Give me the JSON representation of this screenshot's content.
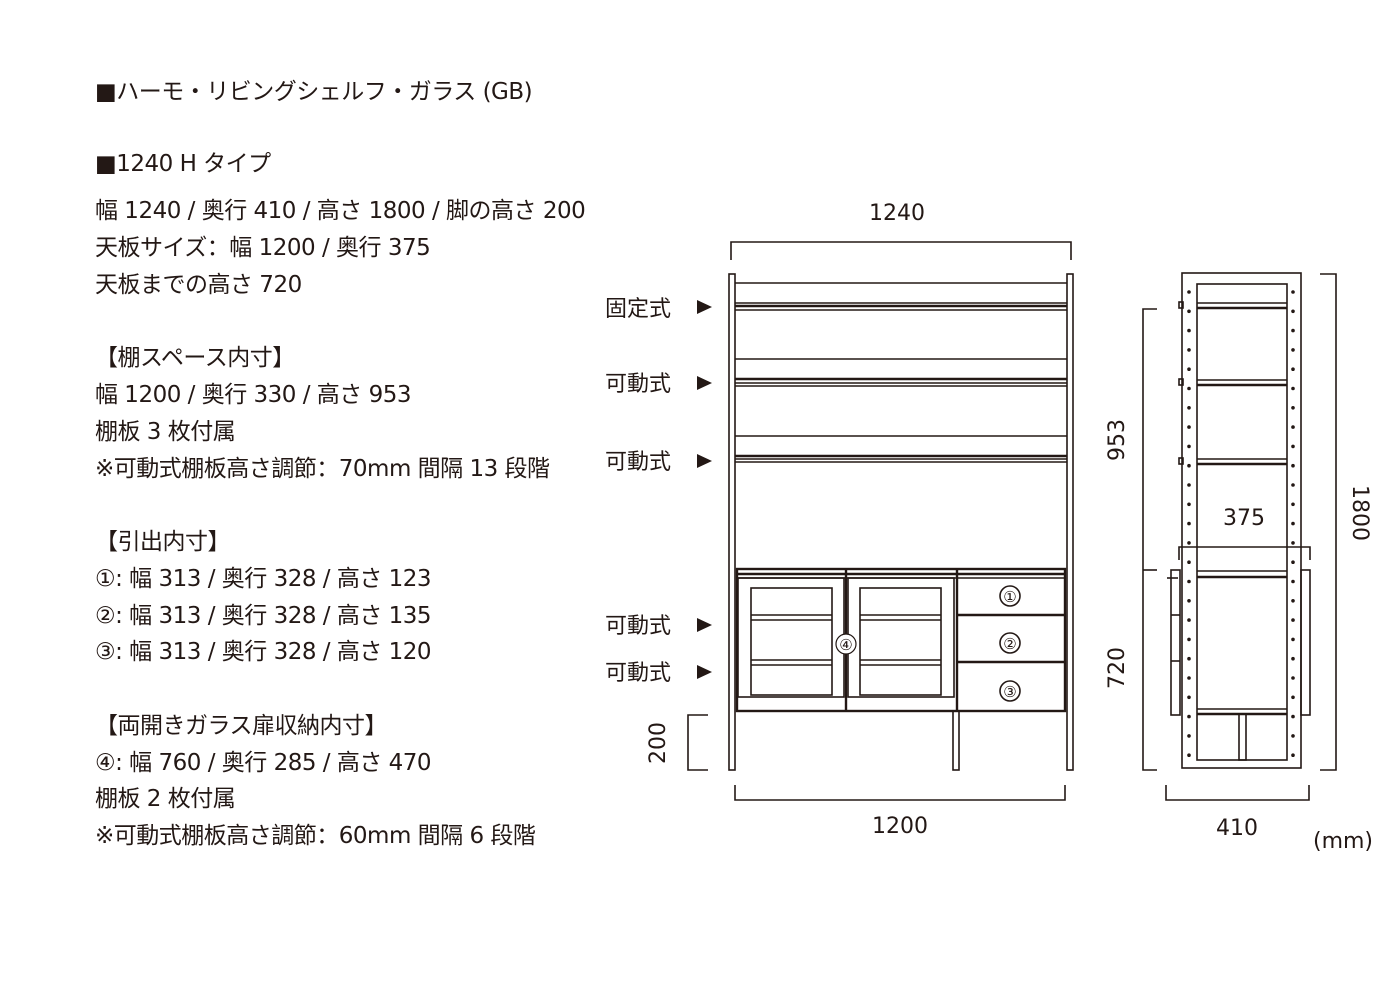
{
  "title": "■ハーモ・リビングシェルフ・ガラス (GB)",
  "type_heading": "■1240 H タイプ",
  "specs": [
    "幅 1240 / 奥行 410 / 高さ 1800 / 脚の高さ 200",
    "天板サイズ：幅 1200 / 奥行 375",
    "天板までの高さ 720"
  ],
  "shelf_space": {
    "heading": "【棚スペース内寸】",
    "lines": [
      "幅 1200 / 奥行 330 / 高さ 953",
      "棚板 3 枚付属",
      "※可動式棚板高さ調節：70mm 間隔 13 段階"
    ]
  },
  "drawer": {
    "heading": "【引出内寸】",
    "lines": [
      "①: 幅 313 / 奥行 328 / 高さ 123",
      "②: 幅 313 / 奥行 328 / 高さ 135",
      "③: 幅 313 / 奥行 328 / 高さ 120"
    ]
  },
  "glass_door": {
    "heading": "【両開きガラス扉収納内寸】",
    "lines": [
      "④: 幅 760 / 奥行 285 / 高さ 470",
      "棚板 2 枚付属",
      "※可動式棚板高さ調節：60mm 間隔 6 段階"
    ]
  },
  "drawing": {
    "front_width_top": "1240",
    "front_width_bottom": "1200",
    "leg_height": "200",
    "side_depth": "410",
    "top_depth": "375",
    "shelf_height": "953",
    "counter_height": "720",
    "total_height": "1800",
    "unit": "(mm)",
    "shelf_labels": [
      "固定式",
      "可動式",
      "可動式",
      "可動式",
      "可動式"
    ],
    "markers": [
      "①",
      "②",
      "③",
      "④"
    ]
  }
}
